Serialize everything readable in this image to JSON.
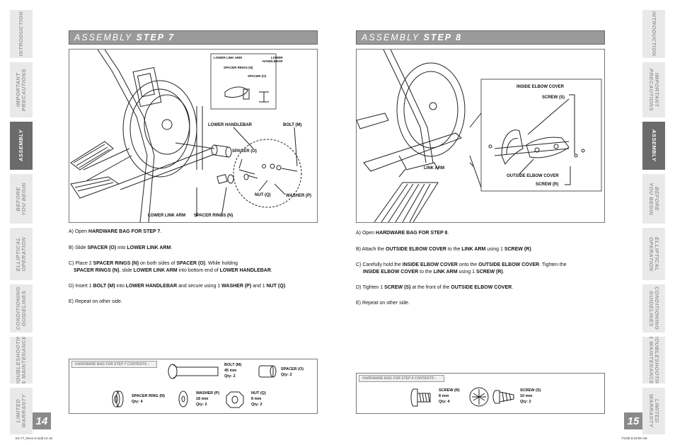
{
  "tabs": [
    {
      "label": "INTRODUCTION"
    },
    {
      "label": "IMPORTANT\nPRECAUTIONS"
    },
    {
      "label": "ASSEMBLY"
    },
    {
      "label": "BEFORE\nYOU BEGIN"
    },
    {
      "label": "ELLIPTICAL\nOPERATION"
    },
    {
      "label": "CONDITIONING\nGUIDELINES"
    },
    {
      "label": "TROUBLESHOOTING\n& MAINTENANCE"
    },
    {
      "label": "LIMITED\nWARRANTY"
    }
  ],
  "left_page": {
    "page_number": "14",
    "title_prefix": "ASSEMBLY",
    "title_step": "STEP 7",
    "callouts": {
      "lower_link_arm_inset": "LOWER LINK ARM",
      "lower_handlebar_inset": "LOWER\nHANDLEBAR",
      "spacer_rings_inset": "SPACER RINGS (N)",
      "spacer_inset": "SPACER (O)",
      "lower_handlebar": "LOWER HANDLEBAR",
      "bolt": "BOLT (M)",
      "spacer": "SPACER (O)",
      "nut": "NUT (Q)",
      "washer": "WASHER (P)",
      "lower_link_arm": "LOWER LINK ARM",
      "spacer_rings": "SPACER RINGS (N)"
    },
    "instructions": {
      "a": [
        "A) Open ",
        "HARDWARE BAG FOR STEP 7",
        "."
      ],
      "b": [
        "B) Slide ",
        "SPACER (O)",
        " into ",
        "LOWER LINK ARM",
        "."
      ],
      "c1": [
        "C) Place 2 ",
        "SPACER RINGS (N)",
        " on both sides of ",
        "SPACER (O)",
        ". While holding"
      ],
      "c2": [
        "SPACER RINGS (N)",
        ", slide ",
        "LOWER LINK ARM",
        " into bottom end of ",
        "LOWER HANDLEBAR",
        "."
      ],
      "d": [
        "D) Insert 1 ",
        "BOLT (M)",
        " into ",
        "LOWER HANDLEBAR",
        " and secure using 1 ",
        "WASHER (P)",
        " and 1 ",
        "NUT (Q)",
        "."
      ],
      "e": "E) Repeat on other side."
    },
    "bag": {
      "title": "HARDWARE BAG FOR STEP 7 CONTENTS :",
      "bolt": "BOLT (M)\n45 mm\nQty: 2",
      "spacer": "SPACER (O)\nQty: 2",
      "spacer_ring": "SPACER RING (N)\nQty: 4",
      "washer": "WASHER (P)\n18 mm\nQty: 2",
      "nut": "NUT (Q)\n8 mm\nQty: 2"
    },
    "footer_left": "EX-77_Rev1-5.indd   14-15"
  },
  "right_page": {
    "page_number": "15",
    "title_prefix": "ASSEMBLY",
    "title_step": "STEP 8",
    "callouts": {
      "inside_elbow_cover": "INSIDE ELBOW COVER",
      "screw_s": "SCREW (S)",
      "link_arm": "LINK ARM",
      "outside_elbow_cover": "OUTSIDE ELBOW COVER",
      "screw_r": "SCREW (R)"
    },
    "instructions": {
      "a": [
        "A) Open ",
        "HARDWARE BAG FOR STEP 8",
        "."
      ],
      "b": [
        "B) Attach the ",
        "OUTSIDE ELBOW COVER",
        " to the ",
        "LINK ARM",
        " using 1 ",
        "SCREW (R)",
        "."
      ],
      "c1": [
        "C) Carefully hold the ",
        "INSIDE ELBOW COVER",
        " onto the ",
        "OUTSIDE ELBOW COVER",
        ". Tighten the"
      ],
      "c2": [
        "INSIDE ELBOW COVER",
        " to the ",
        "LINK ARM",
        " using 1 ",
        "SCREW (R)",
        "."
      ],
      "d": [
        "D) Tighten 1 ",
        "SCREW (S)",
        " at the front of the ",
        "OUTSIDE ELBOW COVER",
        "."
      ],
      "e": "E) Repeat on other side."
    },
    "bag": {
      "title": "HARDWARE BAG FOR STEP 8 CONTENTS :",
      "screw_r": "SCREW (R)\n8 mm\nQty: 4",
      "screw_s": "SCREW (S)\n10 mm\nQty: 2"
    },
    "footer_right": "7/1/08   8:18:09 AM"
  }
}
